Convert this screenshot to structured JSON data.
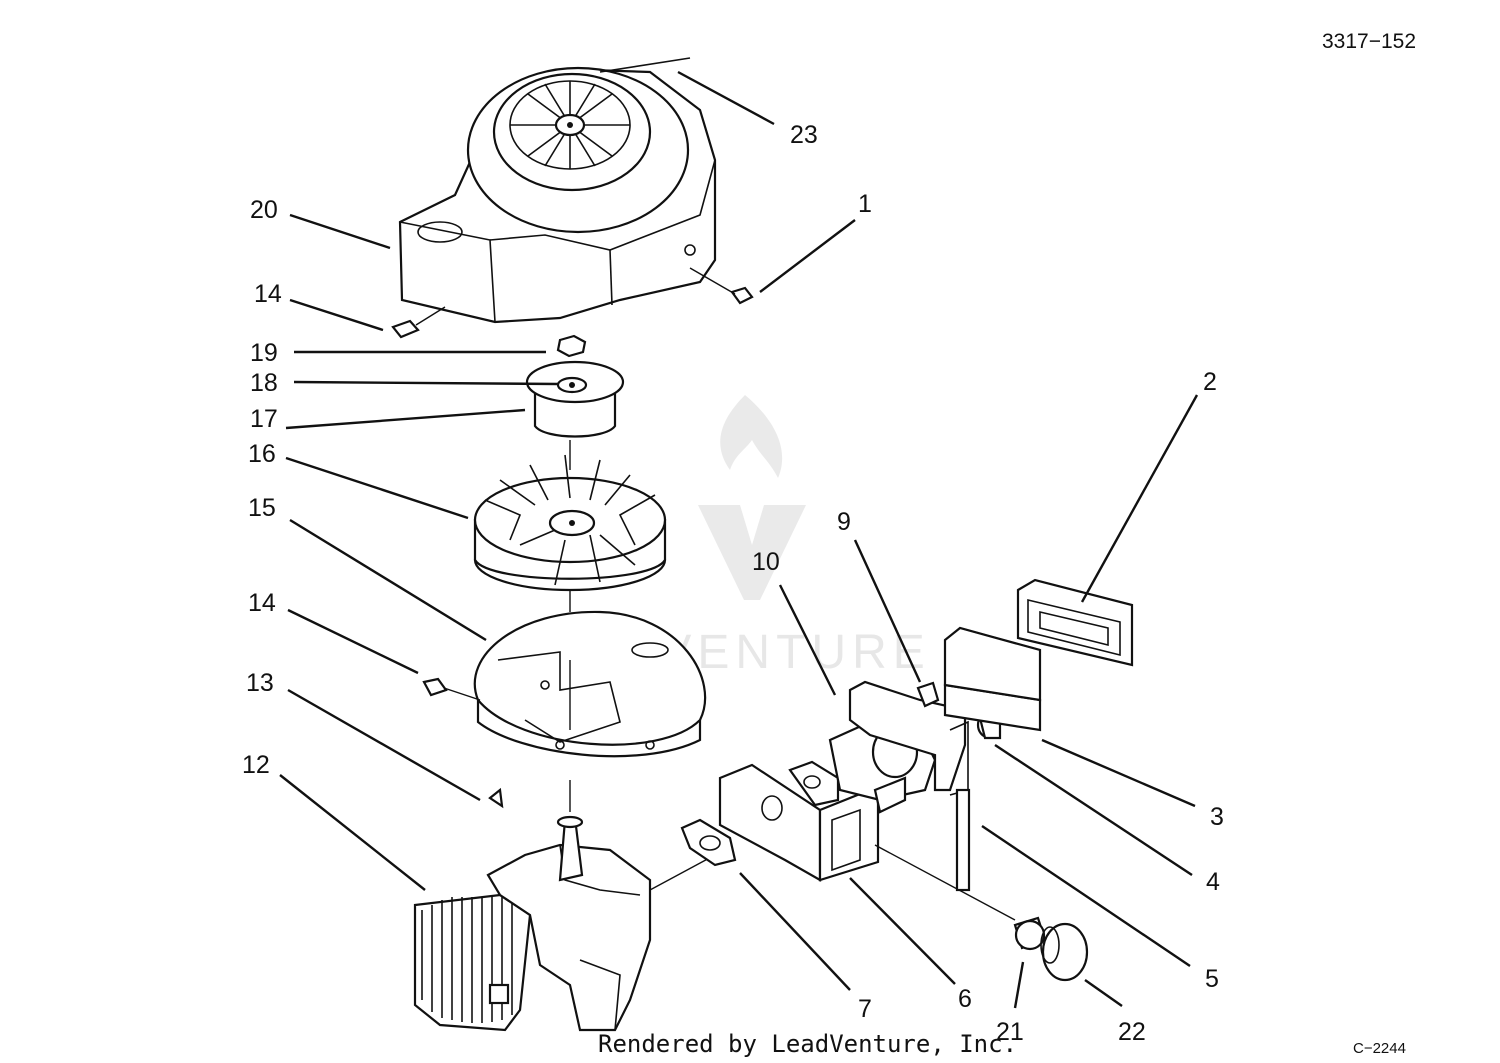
{
  "figure_code": "3317−152",
  "sheet_code": "C−2244",
  "footer": "Rendered by LeadVenture, Inc.",
  "watermark": "LEADVENTURE",
  "callouts": [
    "1",
    "2",
    "3",
    "4",
    "5",
    "6",
    "7",
    "9",
    "10",
    "12",
    "13",
    "14",
    "14",
    "15",
    "16",
    "17",
    "18",
    "19",
    "20",
    "21",
    "22",
    "23"
  ],
  "callout_order": [
    "c23",
    "c20",
    "c1",
    "c14a",
    "c19",
    "c18",
    "c17",
    "c16",
    "c15",
    "c14b",
    "c13",
    "c12",
    "c2",
    "c9",
    "c10",
    "c3",
    "c4",
    "c5",
    "c6",
    "c7",
    "c21",
    "c22"
  ]
}
